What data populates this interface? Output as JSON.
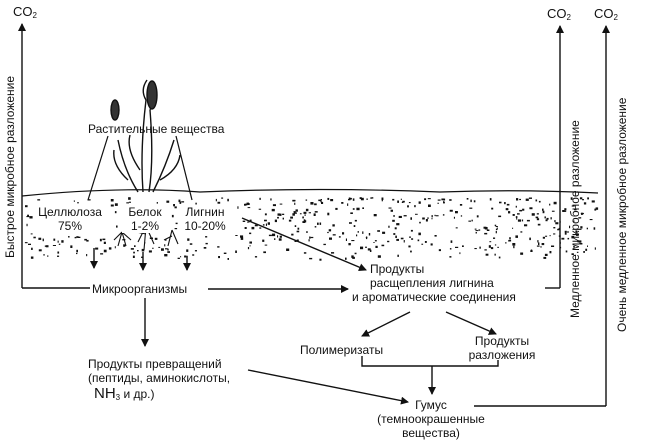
{
  "co2": {
    "left": "CO",
    "right1": "CO",
    "right2": "CO",
    "sub": "2"
  },
  "side_labels": {
    "fast": "Быстрое микробное разложение",
    "slow": "Медленное микробное разложение",
    "very_slow": "Очень медленное микробное разложение"
  },
  "plant": "Растительные вещества",
  "components": {
    "cellulose": {
      "name": "Целлюлоза",
      "pct": "75%"
    },
    "protein": {
      "name": "Белок",
      "pct": "1-2%"
    },
    "lignin": {
      "name": "Лигнин",
      "pct": "10-20%"
    }
  },
  "microorganisms": "Микроорганизмы",
  "lignin_products": {
    "line1": "Продукты",
    "line2": "расщепления лигнина",
    "line3": "и ароматические соединения"
  },
  "polymerizates": "Полимеризаты",
  "decay_products": {
    "line1": "Продукты",
    "line2": "разложения"
  },
  "transform_products": {
    "line1": "Продукты превращений",
    "line2": "(пептиды, аминокислоты,",
    "nh": "NH",
    "nh_sub": "3",
    "line3_tail": "и др.)"
  },
  "humus": {
    "title": "Гумус",
    "line2": "(темноокрашенные",
    "line3": "вещества)"
  }
}
